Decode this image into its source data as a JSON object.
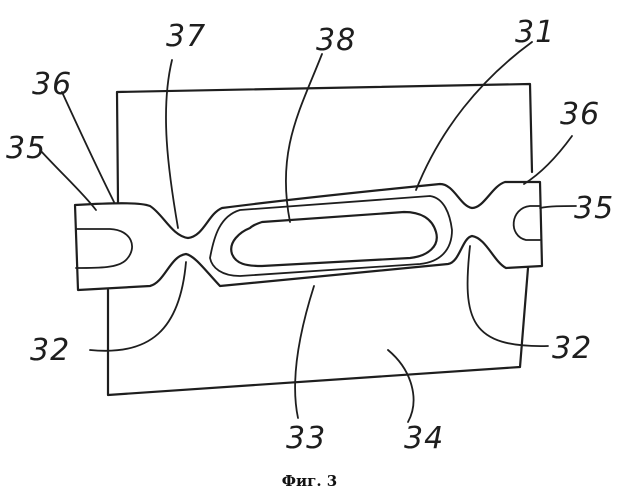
{
  "labels": {
    "l31": "31",
    "l32_left": "32",
    "l32_right": "32",
    "l33": "33",
    "l34": "34",
    "l35_left": "35",
    "l35_right": "35",
    "l36_left": "36",
    "l36_right": "36",
    "l37": "37",
    "l38": "38"
  },
  "caption": "Фиг. 3"
}
